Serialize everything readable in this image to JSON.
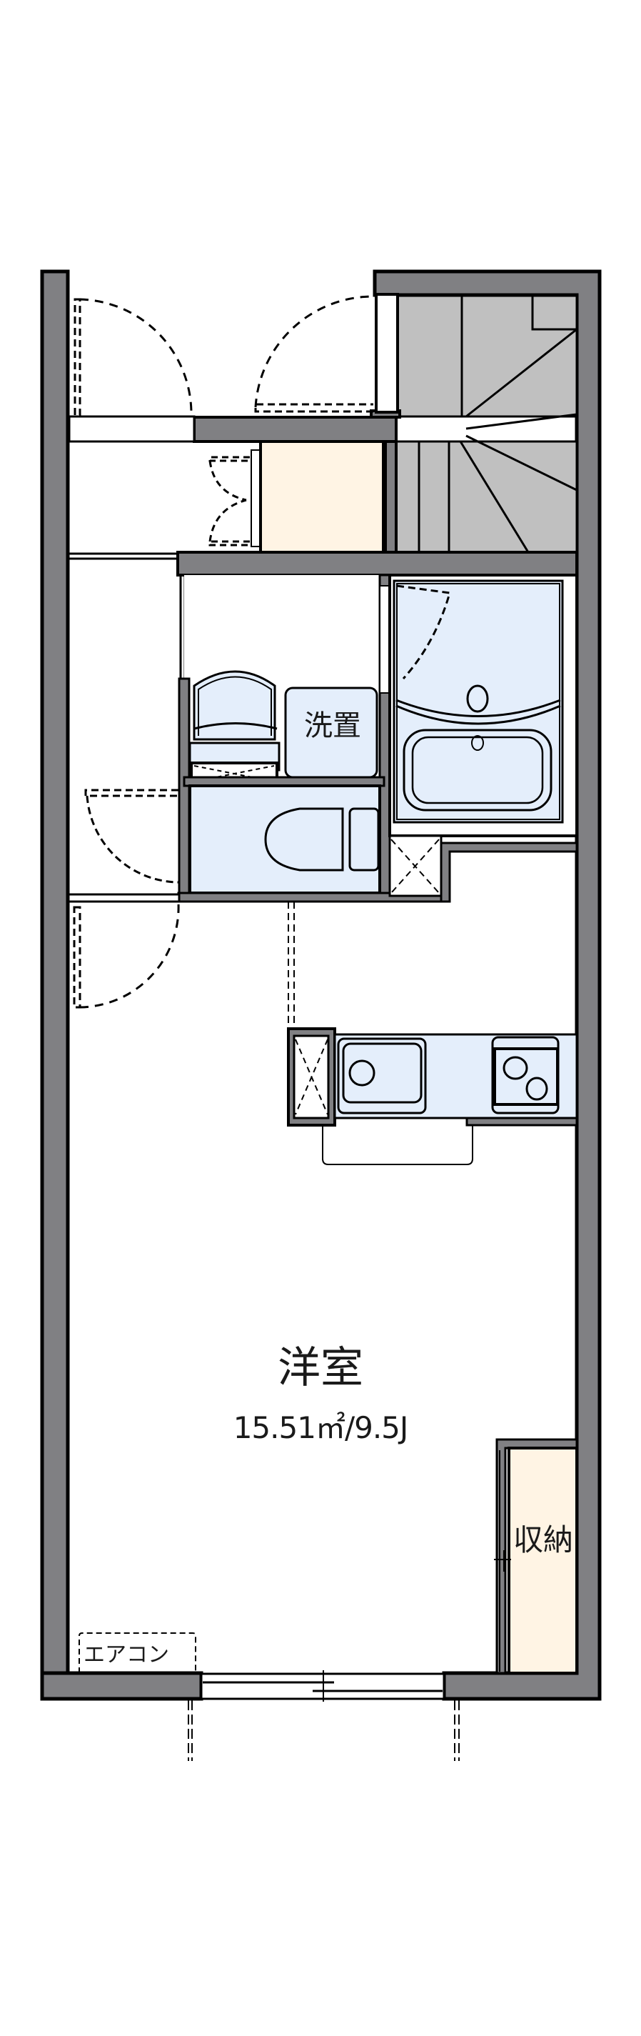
{
  "plan": {
    "type": "apartment-floor-plan",
    "layout": "1K",
    "colors": {
      "wall": "#808083",
      "wall_outline": "#000000",
      "stair": "#c0c0c0",
      "wet_area": "#e4eefb",
      "storage": "#fff4e4",
      "floor": "#ffffff"
    }
  },
  "rooms": {
    "main_room": {
      "name": "洋室",
      "area": "15.51㎡/9.5J"
    },
    "washroom": {
      "fixture_label": "洗置"
    },
    "storage": {
      "name": "収納"
    },
    "air_conditioner": {
      "label": "エアコン"
    }
  },
  "fixtures": [
    {
      "name": "entrance-door",
      "type": "door"
    },
    {
      "name": "shoe-cabinet",
      "type": "storage"
    },
    {
      "name": "staircase",
      "type": "stairs"
    },
    {
      "name": "bathtub",
      "type": "bath"
    },
    {
      "name": "washbasin",
      "type": "sink"
    },
    {
      "name": "washing-machine-space",
      "type": "appliance"
    },
    {
      "name": "toilet",
      "type": "toilet"
    },
    {
      "name": "refrigerator-space",
      "type": "appliance"
    },
    {
      "name": "kitchen-sink",
      "type": "sink"
    },
    {
      "name": "two-burner-stove",
      "type": "stove"
    },
    {
      "name": "balcony-window",
      "type": "window"
    }
  ]
}
